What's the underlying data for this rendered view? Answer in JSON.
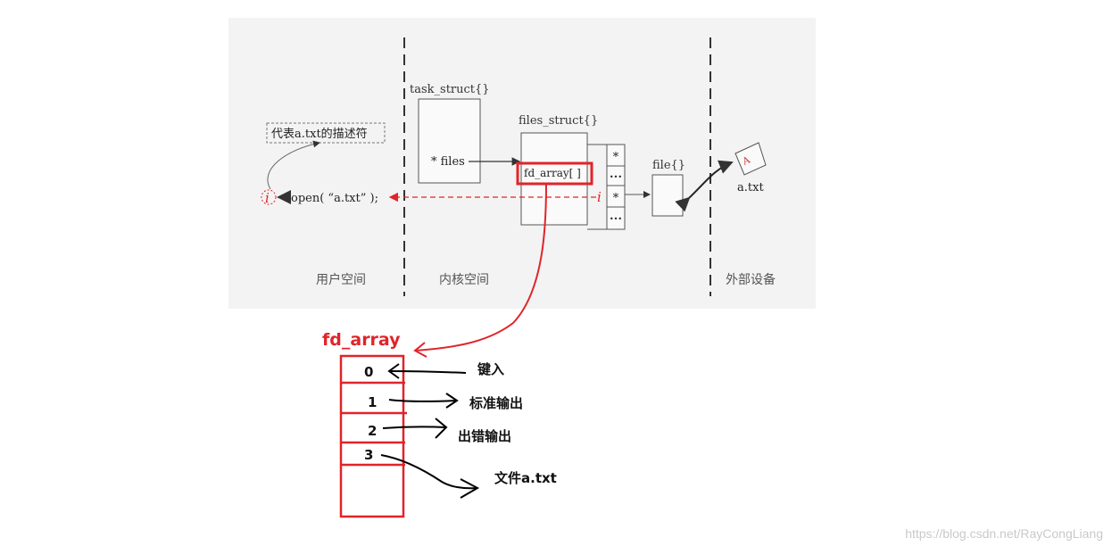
{
  "top_figure": {
    "regions": [
      "用户空间",
      "内核空间",
      "外部设备"
    ],
    "task_struct_label": "task_struct{}",
    "files_pointer_label": "* files",
    "files_struct_label": "files_struct{}",
    "fd_array_cell_label": "fd_array[ ]",
    "pointer_cells": [
      "*",
      "•••",
      "*",
      "•••"
    ],
    "file_label": "file{}",
    "device_label": "a.txt",
    "device_icon_letter": "A",
    "descriptor_note": "代表a.txt的描述符",
    "descriptor_symbol": "i",
    "open_call": "open( “a.txt” );",
    "index_symbol": "i"
  },
  "fd_array": {
    "title": "fd_array",
    "rows": [
      {
        "index": "0",
        "target": "键入"
      },
      {
        "index": "1",
        "target": "标准输出"
      },
      {
        "index": "2",
        "target": "出错输出"
      },
      {
        "index": "3",
        "target": "文件a.txt"
      }
    ]
  },
  "watermark": "https://blog.csdn.net/RayCongLiang",
  "colors": {
    "highlight": "#e0242a",
    "panel_bg": "#f3f3f3",
    "line": "#444444",
    "hand_ink": "#000000"
  }
}
